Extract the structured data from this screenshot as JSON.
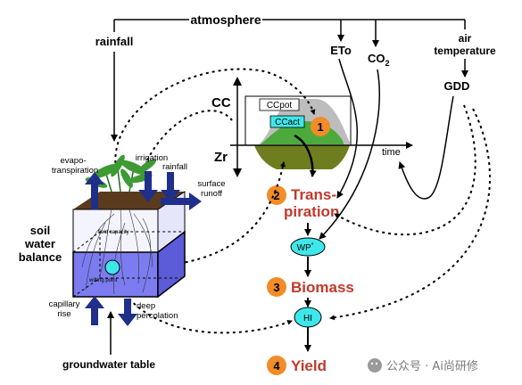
{
  "labels": {
    "atmosphere": "atmosphere",
    "rainfall_top": "rainfall",
    "eto": "ETo",
    "co2_main": "CO",
    "co2_sub": "2",
    "air": "air",
    "temperature": "temperature",
    "gdd": "GDD",
    "cc": "CC",
    "ccpot": "CCpot",
    "ccact": "CCact",
    "zr": "Zr",
    "time": "time",
    "evapo": "evapo-",
    "transpiration_small": "transpiration",
    "irrigation": "irrigation",
    "rainfall_small": "rainfall",
    "surface": "surface",
    "runoff": "runoff",
    "soil": "soil",
    "water": "water",
    "balance": "balance",
    "capillary": "capillary",
    "rise": "rise",
    "deep": "deep",
    "percolation": "percolation",
    "groundwater": "groundwater table",
    "wp_main": "WP",
    "wp_sup": "*",
    "hi": "HI",
    "field_capacity": "field capacity",
    "wilting_point": "wilting point"
  },
  "steps": [
    {
      "num": "1",
      "label": ""
    },
    {
      "num": "2",
      "label": "Trans-",
      "label2": "piration"
    },
    {
      "num": "3",
      "label": "Biomass"
    },
    {
      "num": "4",
      "label": "Yield"
    }
  ],
  "watermark": "公众号 · Ai尚研修",
  "colors": {
    "navy": "#1f2f8a",
    "orange": "#f28c28",
    "cyan": "#3ee8ea",
    "red": "#c0392b",
    "soil_blue": "#7c7cf0",
    "green": "#4caa3c",
    "olive": "#6e7d1e"
  }
}
